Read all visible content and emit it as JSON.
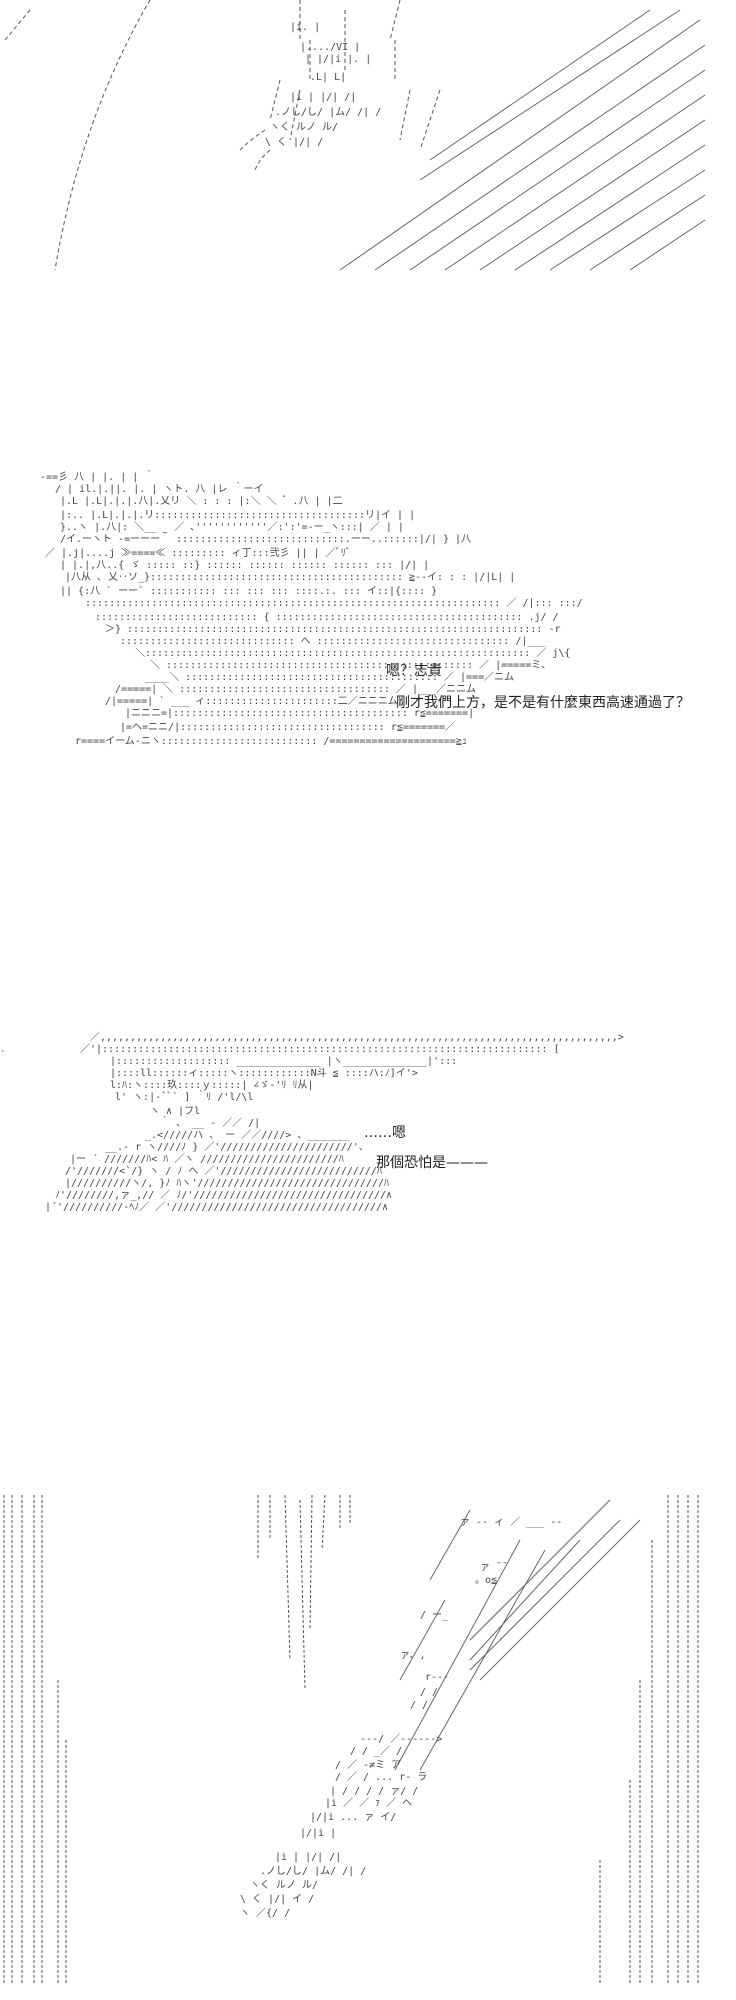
{
  "dialogue": {
    "scene_two": {
      "line_1": "嗯？志貴",
      "line_2": "剛才我們上方，是不是有什麼東西高速通過了？"
    },
    "scene_three": {
      "line_1": "……嗯",
      "line_2": "那個恐怕是———"
    }
  },
  "colors": {
    "background": "#ffffff",
    "ink": "#222222"
  }
}
